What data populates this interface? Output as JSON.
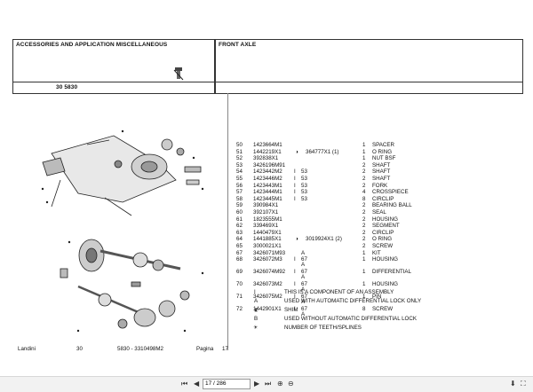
{
  "header": {
    "left_title": "ACCESSORIES AND APPLICATION MISCELLANEOUS",
    "right_title": "FRONT AXLE",
    "code": "30 5830"
  },
  "parts": [
    {
      "ref": "50",
      "code": "1423664M1",
      "alt": "",
      "qty": "1",
      "desc": "SPACER",
      "sub": ""
    },
    {
      "ref": "51",
      "code": "1442219X1",
      "alt": "364777X1  (1)",
      "qty": "1",
      "desc": "O RING",
      "sub": "",
      "icon": true
    },
    {
      "ref": "52",
      "code": "392838X1",
      "alt": "",
      "qty": "1",
      "desc": "NUT BSF",
      "sub": ""
    },
    {
      "ref": "53",
      "code": "3426196M91",
      "alt": "",
      "qty": "2",
      "desc": "SHAFT",
      "sub": ""
    },
    {
      "ref": "54",
      "code": "1423442M2",
      "alt": "53",
      "qty": "2",
      "desc": "SHAFT",
      "sub": "",
      "hr": true
    },
    {
      "ref": "55",
      "code": "1423446M2",
      "alt": "53",
      "qty": "2",
      "desc": "SHAFT",
      "sub": "",
      "hr": true
    },
    {
      "ref": "56",
      "code": "1423443M1",
      "alt": "53",
      "qty": "2",
      "desc": "FORK",
      "sub": "",
      "hr": true
    },
    {
      "ref": "57",
      "code": "1423444M1",
      "alt": "53",
      "qty": "4",
      "desc": "CROSSPIECE",
      "sub": "",
      "hr": true
    },
    {
      "ref": "58",
      "code": "1423445M1",
      "alt": "53",
      "qty": "8",
      "desc": "CIRCLIP",
      "sub": "",
      "hr": true
    },
    {
      "ref": "59",
      "code": "390984X1",
      "alt": "",
      "qty": "2",
      "desc": "BEARING BALL",
      "sub": ""
    },
    {
      "ref": "60",
      "code": "392107X1",
      "alt": "",
      "qty": "2",
      "desc": "SEAL",
      "sub": ""
    },
    {
      "ref": "61",
      "code": "1823555M1",
      "alt": "",
      "qty": "2",
      "desc": "HOUSING",
      "sub": ""
    },
    {
      "ref": "62",
      "code": "339469X1",
      "alt": "",
      "qty": "2",
      "desc": "SEGMENT",
      "sub": ""
    },
    {
      "ref": "63",
      "code": "1440479X1",
      "alt": "",
      "qty": "2",
      "desc": "CIRCLIP",
      "sub": ""
    },
    {
      "ref": "64",
      "code": "1441885X1",
      "alt": "3019924X1  (2)",
      "qty": "2",
      "desc": "O RING",
      "sub": "",
      "icon": true
    },
    {
      "ref": "65",
      "code": "3000021X1",
      "alt": "",
      "qty": "2",
      "desc": "SCREW",
      "sub": ""
    },
    {
      "ref": "67",
      "code": "3426071M93",
      "alt": "A",
      "qty": "1",
      "desc": "KIT",
      "sub": ""
    },
    {
      "ref": "68",
      "code": "3426072M3",
      "alt": "67",
      "qty": "1",
      "desc": "HOUSING",
      "sub": "A",
      "hr": true
    },
    {
      "ref": "69",
      "code": "3426074M92",
      "alt": "67",
      "qty": "1",
      "desc": "DIFFERENTIAL",
      "sub": "A",
      "hr": true
    },
    {
      "ref": "70",
      "code": "3426073M2",
      "alt": "67",
      "qty": "1",
      "desc": "HOUSING",
      "sub": "A",
      "hr": true
    },
    {
      "ref": "71",
      "code": "3426075M2",
      "alt": "67",
      "qty": "1",
      "desc": "PIN",
      "sub": "A",
      "hr": true
    },
    {
      "ref": "72",
      "code": "1442901X1",
      "alt": "67",
      "qty": "8",
      "desc": "SCREW",
      "sub": "A",
      "hr": true
    }
  ],
  "legend": [
    {
      "sym": "I",
      "text": "THIS IS A COMPONENT OF AN ASSEMBLY"
    },
    {
      "sym": "A",
      "text": "USED WITH AUTOMATIC DIFFERENTIAL LOCK ONLY"
    },
    {
      "sym": "",
      "text": "SHIM",
      "icon": "shim-icon"
    },
    {
      "sym": "B",
      "text": "USED WITHOUT AUTOMATIC DIFFERENTIAL LOCK"
    },
    {
      "sym": "",
      "text": "NUMBER OF TEETH/SPLINES",
      "icon": "teeth-icon"
    }
  ],
  "footer": {
    "brand": "Landini",
    "group": "30",
    "ref": "5830 - 3310498M2",
    "page_label": "Pagina",
    "page_no": "17"
  },
  "toolbar": {
    "page_value": "17 / 286"
  }
}
